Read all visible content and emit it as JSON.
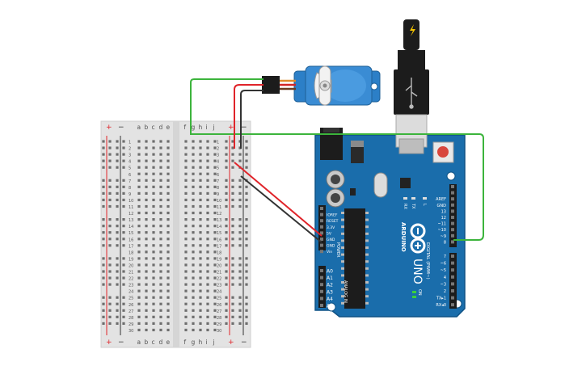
{
  "breadboard": {
    "columns_left": [
      "a",
      "b",
      "c",
      "d",
      "e"
    ],
    "columns_right": [
      "f",
      "g",
      "h",
      "i",
      "j"
    ],
    "rows": [
      "1",
      "2",
      "3",
      "4",
      "5",
      "6",
      "7",
      "8",
      "9",
      "10",
      "11",
      "12",
      "13",
      "14",
      "15",
      "16",
      "17",
      "18",
      "19",
      "20",
      "21",
      "22",
      "23",
      "24",
      "25",
      "26",
      "27",
      "28",
      "29",
      "30"
    ],
    "rail_plus": "+",
    "rail_minus": "−"
  },
  "arduino": {
    "board_name": "UNO",
    "brand": "ARDUINO",
    "section_power": "POWER",
    "section_analog": "ANALOG IN",
    "section_digital": "DIGITAL (PWM~)",
    "led_labels": [
      "RX",
      "TX",
      "L"
    ],
    "on_label": "ON",
    "power_pins": [
      "",
      "IOREF",
      "RESET",
      "3.3V",
      "5V",
      "GND",
      "GND",
      "Vin"
    ],
    "analog_pins": [
      "A0",
      "A1",
      "A2",
      "A3",
      "A4",
      "A5"
    ],
    "digital_pins_top": [
      "",
      "",
      "AREF",
      "GND",
      "13",
      "12",
      "~11",
      "~10",
      "~9",
      "8"
    ],
    "digital_pins_bottom": [
      "7",
      "~6",
      "~5",
      "4",
      "~3",
      "2",
      "TX▸1",
      "RX◂0"
    ]
  },
  "colors": {
    "board": "#1a6dab",
    "board_edge": "#0f5285",
    "breadboard": "#e5e5e5",
    "wire_red": "#e0242a",
    "wire_black": "#333333",
    "wire_green": "#3cb43c",
    "servo_blue": "#2c7fc7"
  }
}
